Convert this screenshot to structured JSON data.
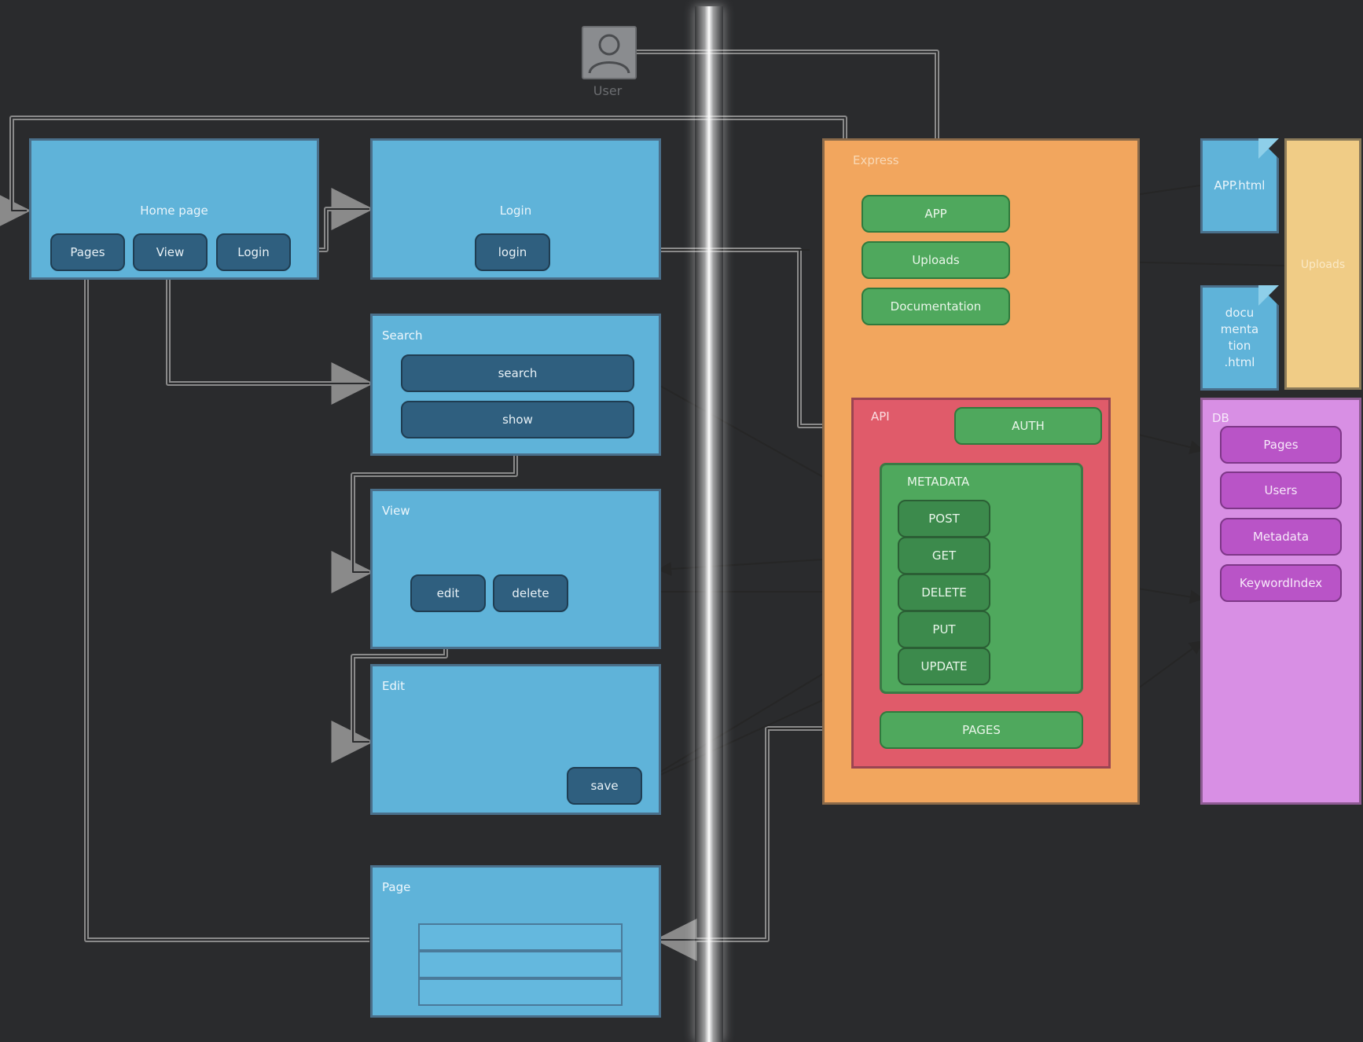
{
  "user": {
    "label": "User"
  },
  "frontend": {
    "home": {
      "title": "Home page",
      "buttons": [
        "Pages",
        "View",
        "Login"
      ]
    },
    "login": {
      "title": "Login",
      "button": "login"
    },
    "search": {
      "title": "Search",
      "buttons": [
        "search",
        "show"
      ]
    },
    "view": {
      "title": "View",
      "buttons": [
        "edit",
        "delete"
      ]
    },
    "edit": {
      "title": "Edit",
      "button": "save"
    },
    "page": {
      "title": "Page",
      "table_rows": 3
    }
  },
  "backend": {
    "express": {
      "title": "Express",
      "buttons": [
        "APP",
        "Uploads",
        "Documentation"
      ],
      "api": {
        "title": "API",
        "auth": "AUTH",
        "metadata": {
          "title": "METADATA",
          "methods": [
            "POST",
            "GET",
            "DELETE",
            "PUT",
            "UPDATE"
          ]
        },
        "pages": "PAGES"
      }
    },
    "files": {
      "app_html": "APP.html",
      "documentation_html": "docu menta tion .html",
      "uploads": "Uploads"
    },
    "db": {
      "title": "DB",
      "tables": [
        "Pages",
        "Users",
        "Metadata",
        "KeywordIndex"
      ]
    }
  },
  "colors": {
    "background": "#2a2b2d",
    "frontend_box": "#5fb3d9",
    "button_dark": "#2f5f7f",
    "express": "#f2a65e",
    "api": "#e05b6a",
    "endpoint": "#4fa85d",
    "db": "#d88fe4",
    "db_table": "#b954c7",
    "uploads_store": "#f0cc86"
  }
}
